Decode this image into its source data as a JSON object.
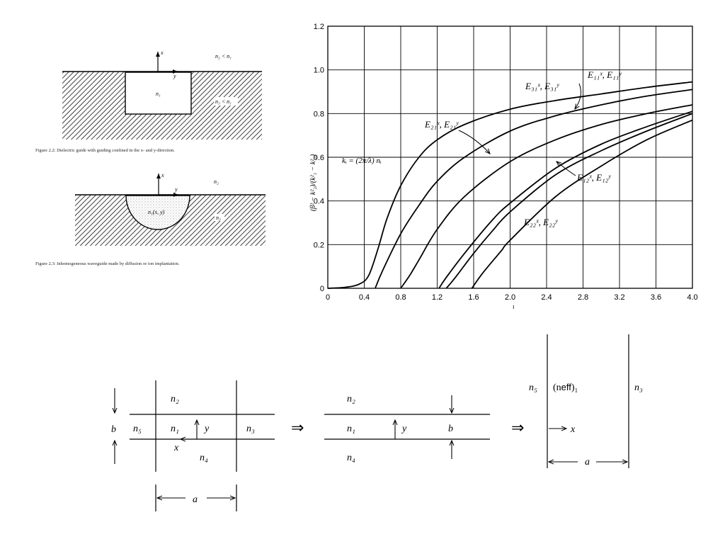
{
  "fig22": {
    "caption": "Figure 2.2: Dielectric guide with guiding confined in the x- and y-direction.",
    "axis_x": "x",
    "axis_y": "y",
    "n2_label": "n₂ < n₁",
    "core_label": "n₁",
    "n3_label": "n₃ < n₁"
  },
  "fig23": {
    "caption": "Figure 2.3: Inhomogeneous waveguide made by diffusion or ion implantation.",
    "axis_x": "x",
    "axis_y": "y",
    "n2_label": "n₂",
    "core_label": "n₁(x, y)",
    "sub_label": "n₃"
  },
  "chart": {
    "ylabel": "(β² − k²₂)/(k²₁ − k²₂)",
    "xlabel": "ı",
    "ki_formula": "kᵢ = (2π/λ) nᵢ",
    "curve_labels": {
      "E11": "E₁₁ˣ, E₁₁ʸ",
      "E31": "E₃₁ˣ, E₃₁ʸ",
      "E21": "E₂₁ˣ, E₂₁ʸ",
      "E12": "E₁₂ˣ, E₁₂ʸ",
      "E22": "E₂₂ˣ, E₂₂ʸ"
    }
  },
  "chart_data": {
    "type": "line",
    "xlim": [
      0,
      4.0
    ],
    "ylim": [
      0,
      1.2
    ],
    "x_ticks": [
      "0",
      "0.4",
      "0.8",
      "1.2",
      "1.6",
      "2.0",
      "2.4",
      "2.8",
      "3.2",
      "3.6",
      "4.0"
    ],
    "y_ticks": [
      "0",
      "0.2",
      "0.4",
      "0.6",
      "0.8",
      "1.0",
      "1.2"
    ],
    "grid": true,
    "series": [
      {
        "name": "E11x, E11y",
        "x": [
          0,
          0.2,
          0.35,
          0.45,
          0.55,
          0.65,
          0.8,
          1.0,
          1.2,
          1.5,
          2.0,
          2.5,
          3.0,
          3.5,
          4.0
        ],
        "y": [
          0,
          0.005,
          0.02,
          0.06,
          0.18,
          0.32,
          0.47,
          0.6,
          0.68,
          0.75,
          0.82,
          0.86,
          0.89,
          0.92,
          0.945
        ]
      },
      {
        "name": "E31x, E31y",
        "x": [
          0.52,
          0.6,
          0.8,
          1.0,
          1.2,
          1.5,
          2.0,
          2.5,
          3.0,
          3.5,
          4.0
        ],
        "y": [
          0,
          0.08,
          0.25,
          0.38,
          0.49,
          0.6,
          0.72,
          0.79,
          0.84,
          0.88,
          0.91
        ]
      },
      {
        "name": "E21x, E21y",
        "x": [
          0.8,
          0.9,
          1.0,
          1.2,
          1.5,
          2.0,
          2.5,
          3.0,
          3.5,
          4.0
        ],
        "y": [
          0,
          0.06,
          0.13,
          0.27,
          0.42,
          0.58,
          0.68,
          0.75,
          0.8,
          0.84
        ]
      },
      {
        "name": "E12x, E12y",
        "x": [
          1.22,
          1.3,
          1.5,
          1.8,
          2.0,
          2.5,
          3.0,
          3.5,
          4.0
        ],
        "y": [
          0,
          0.05,
          0.16,
          0.31,
          0.39,
          0.55,
          0.66,
          0.74,
          0.81
        ]
      },
      {
        "name": "E12x, E12y (b)",
        "x": [
          1.3,
          1.4,
          1.6,
          1.8,
          2.0,
          2.5,
          3.0,
          3.5,
          4.0
        ],
        "y": [
          0,
          0.05,
          0.16,
          0.26,
          0.35,
          0.52,
          0.63,
          0.72,
          0.8
        ]
      },
      {
        "name": "E22x, E22y",
        "x": [
          1.58,
          1.7,
          1.9,
          2.0,
          2.5,
          3.0,
          3.5,
          4.0
        ],
        "y": [
          0,
          0.07,
          0.17,
          0.22,
          0.42,
          0.56,
          0.68,
          0.77
        ]
      }
    ]
  },
  "bottom": {
    "left": {
      "n2": "n₂",
      "n5": "n₅",
      "n1": "n₁",
      "y": "y",
      "n3": "n₃",
      "x": "x",
      "n4": "n₄",
      "b": "b",
      "a": "a"
    },
    "arrow1": "⇒",
    "middle": {
      "n2": "n₂",
      "n1": "n₁",
      "y": "y",
      "b": "b",
      "n4": "n₄"
    },
    "arrow2": "⇒",
    "right": {
      "n5": "n₅",
      "neff": "(n",
      "neff_sub": "eff",
      "neff_close": ")₁",
      "n3": "n₃",
      "x": "x",
      "a": "a"
    }
  }
}
